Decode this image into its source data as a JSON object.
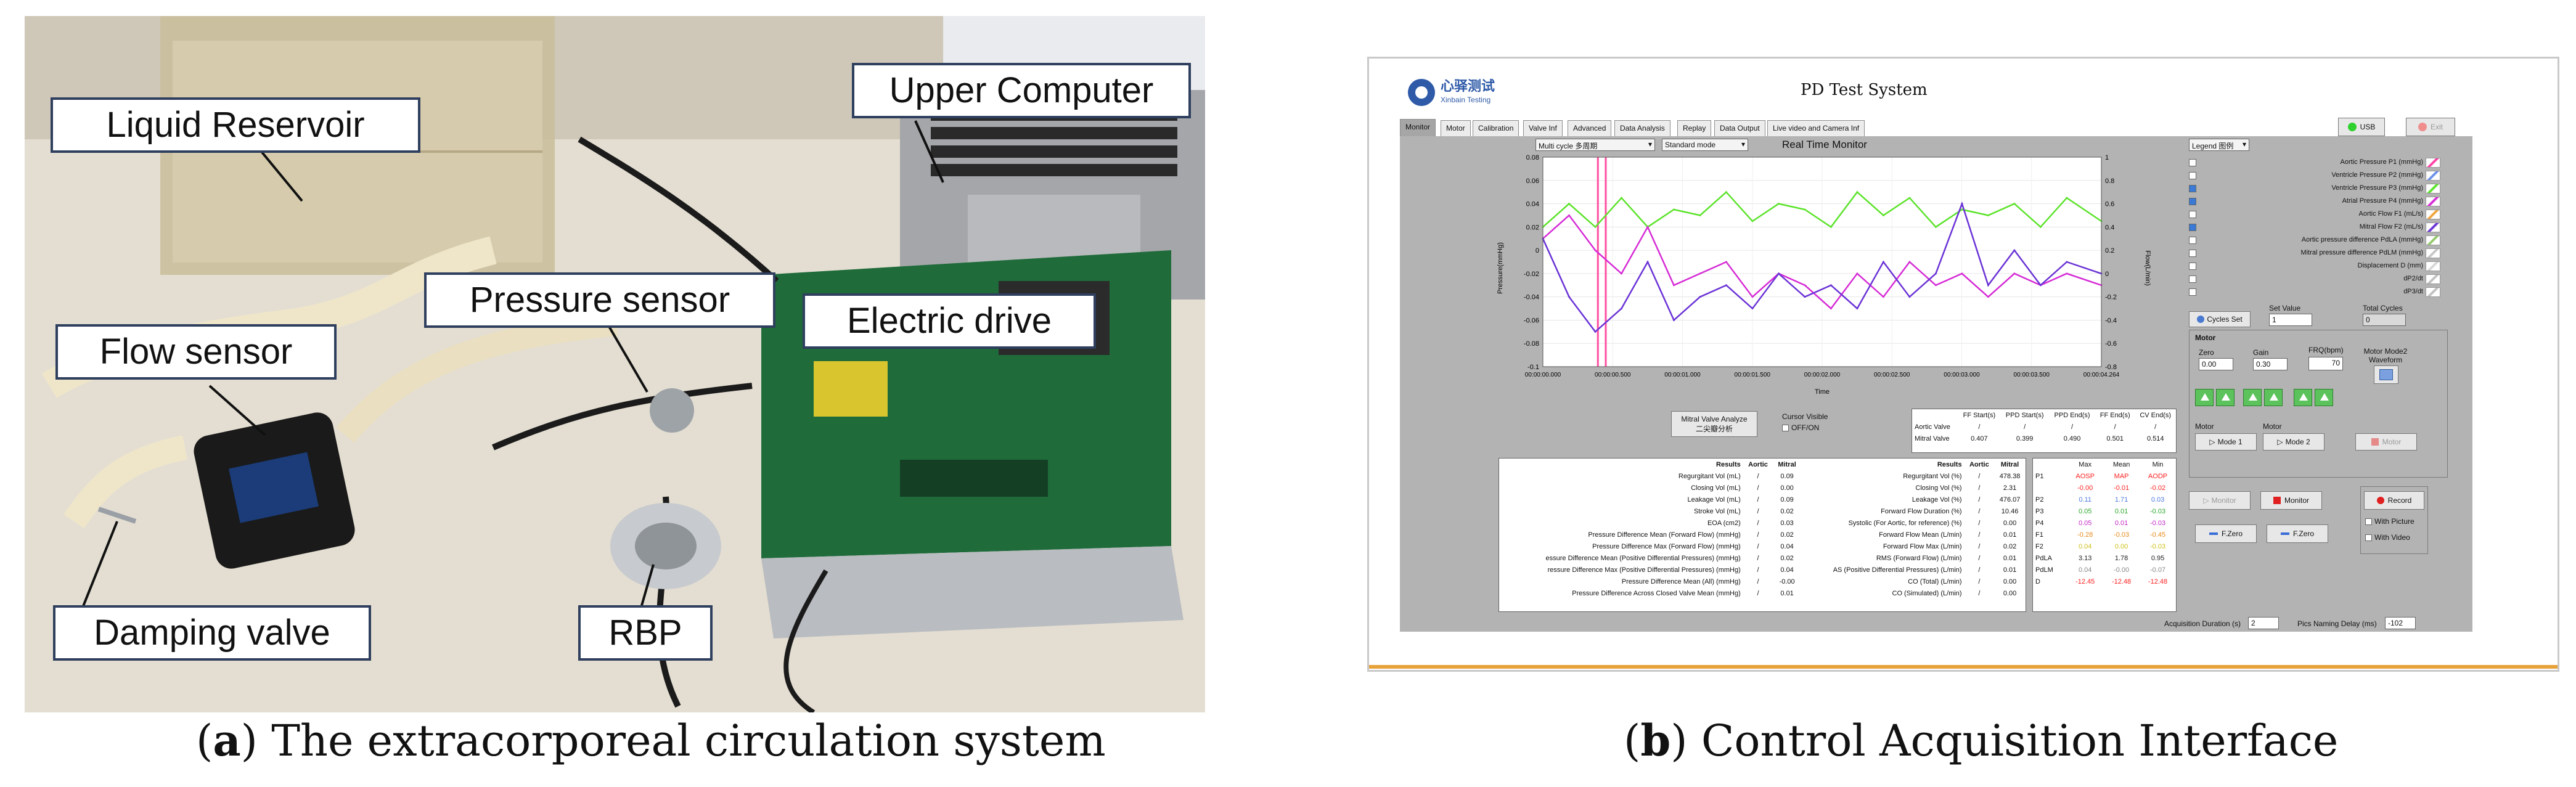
{
  "panel_a": {
    "labels": {
      "reservoir": "Liquid Reservoir",
      "upper": "Upper Computer",
      "pressure": "Pressure sensor",
      "drive": "Electric drive",
      "flow": "Flow sensor",
      "damping": "Damping valve",
      "rbp": "RBP"
    },
    "caption_letter": "a",
    "caption_text": ") The extracorporeal circulation system"
  },
  "panel_b": {
    "caption_letter": "b",
    "caption_text": ") Control Acquisition Interface",
    "app": {
      "title": "PD Test System",
      "logo_cn": "心驿测试",
      "logo_en": "Xinbain Testing",
      "tabs": [
        "Monitor",
        "Motor",
        "Calibration",
        "Valve Inf",
        "Advanced",
        "Data Analysis",
        "Replay",
        "Data Output",
        "Live video and Camera Inf"
      ],
      "usb_label": "USB",
      "exit_label": "Exit",
      "mode_select": "Multi cycle 多周期",
      "standard_select": "Standard mode",
      "chart_title": "Real Time Monitor",
      "legend_select": "Legend 图例",
      "y_left_label": "Pressure(mmHg)",
      "y_right_label": "Flow(L/min)",
      "time_label": "Time",
      "legend": [
        {
          "label": "Aortic Pressure P1 (mmHg)",
          "checked": false,
          "color": "#ff3fa6"
        },
        {
          "label": "Ventricle Pressure P2 (mmHg)",
          "checked": false,
          "color": "#6a8ee8"
        },
        {
          "label": "Ventricle Pressure P3 (mmHg)",
          "checked": true,
          "color": "#5be32a"
        },
        {
          "label": "Atrial Pressure P4 (mmHg)",
          "checked": true,
          "color": "#d62bd6"
        },
        {
          "label": "Aortic Flow F1 (mL/s)",
          "checked": false,
          "color": "#f0a43a"
        },
        {
          "label": "Mitral Flow F2 (mL/s)",
          "checked": true,
          "color": "#6a32d6"
        },
        {
          "label": "Aortic pressure difference PdLA (mmHg)",
          "checked": false,
          "color": "#93c96b"
        },
        {
          "label": "Mitral pressure difference PdLM (mmHg)",
          "checked": false,
          "color": "#c6c6c6"
        },
        {
          "label": "Displacement D (mm)",
          "checked": false,
          "color": "#d6d6d6"
        },
        {
          "label": "dP2/dt",
          "checked": false,
          "color": "#c0c0c0"
        },
        {
          "label": "dP3/dt",
          "checked": false,
          "color": "#c0c0c0"
        }
      ],
      "cycles_set": "Cycles Set",
      "set_value_label": "Set Value",
      "set_value": "1",
      "total_cycles_label": "Total Cycles",
      "total_cycles": "0",
      "motor_title": "Motor",
      "zero_label": "Zero",
      "zero_value": "0.00",
      "gain_label": "Gain",
      "gain_value": "0.30",
      "freq_label": "FRQ(bpm)",
      "freq_value": "70",
      "mode2_label": "Motor Mode2 Waveform",
      "motor_label_1": "Motor",
      "motor_label_2": "Motor",
      "mode1_button": "Mode 1",
      "mode2_button": "Mode 2",
      "motor_button": "Motor",
      "monitor_button_disabled": "Monitor",
      "monitor_button": "Monitor",
      "record_button": "Record",
      "fzero_1": "F.Zero",
      "fzero_2": "F.Zero",
      "with_picture": "With Picture",
      "with_video": "With Video",
      "acq_label": "Acquisition Duration (s)",
      "acq_value": "2",
      "naming_label": "Pics Naming Delay (ms)",
      "naming_value": "-102",
      "mitral_analyze": "Mitral Valve Analyze",
      "mitral_analyze_cn": "二尖瓣分析",
      "cursor_visible": "Cursor Visible",
      "cursor_toggle": "OFF/ON",
      "timing_headers": [
        "FF Start(s)",
        "PPD Start(s)",
        "PPD End(s)",
        "FF End(s)",
        "CV End(s)"
      ],
      "timing_rows": [
        {
          "label": "Aortic Valve",
          "values": [
            "/",
            "/",
            "/",
            "/",
            "/"
          ]
        },
        {
          "label": "Mitral Valve",
          "values": [
            "0.407",
            "0.399",
            "0.490",
            "0.501",
            "0.514"
          ]
        }
      ],
      "results_header": [
        "Results",
        "Aortic",
        "Mitral"
      ],
      "results_left": [
        [
          "Regurgitant Vol (mL)",
          "/",
          "0.09"
        ],
        [
          "Closing Vol (mL)",
          "/",
          "0.00"
        ],
        [
          "Leakage Vol (mL)",
          "/",
          "0.09"
        ],
        [
          "Stroke Vol (mL)",
          "/",
          "0.02"
        ],
        [
          "EOA (cm2)",
          "/",
          "0.03"
        ],
        [
          "Pressure Difference Mean (Forward Flow) (mmHg)",
          "/",
          "0.02"
        ],
        [
          "Pressure Difference Max (Forward Flow) (mmHg)",
          "/",
          "0.04"
        ],
        [
          "essure Difference Mean (Positive Differential Pressures) (mmHg)",
          "/",
          "0.02"
        ],
        [
          "ressure Difference Max (Positive Differential Pressures) (mmHg)",
          "/",
          "0.04"
        ],
        [
          "Pressure Difference Mean (All) (mmHg)",
          "/",
          "-0.00"
        ],
        [
          "Pressure Difference Across Closed Valve Mean (mmHg)",
          "/",
          "0.01"
        ]
      ],
      "results_right": [
        [
          "Regurgitant Vol (%)",
          "/",
          "478.38"
        ],
        [
          "Closing Vol (%)",
          "/",
          "2.31"
        ],
        [
          "Leakage Vol (%)",
          "/",
          "476.07"
        ],
        [
          "Forward Flow Duration (%)",
          "/",
          "10.46"
        ],
        [
          "Systolic (For Aortic, for reference) (%)",
          "/",
          "0.00"
        ],
        [
          "Forward Flow Mean (L/min)",
          "/",
          "0.01"
        ],
        [
          "Forward Flow Max (L/min)",
          "/",
          "0.02"
        ],
        [
          "RMS (Forward Flow) (L/min)",
          "/",
          "0.01"
        ],
        [
          "AS (Positive Differential Pressures) (L/min)",
          "/",
          "0.01"
        ],
        [
          "CO (Total) (L/min)",
          "/",
          "0.00"
        ],
        [
          "CO (Simulated) (L/min)",
          "/",
          "0.00"
        ]
      ],
      "stats_header": [
        "",
        "Max",
        "Mean",
        "Min"
      ],
      "stats_rows": [
        {
          "name": "P1",
          "values": [
            "AOSP",
            "MAP",
            "AODP"
          ],
          "color": "#ff2020"
        },
        {
          "name": "",
          "values": [
            "-0.00",
            "-0.01",
            "-0.02"
          ],
          "color": "#ff2020"
        },
        {
          "name": "P2",
          "values": [
            "0.11",
            "1.71",
            "0.03"
          ],
          "color": "#4d79e0"
        },
        {
          "name": "P3",
          "values": [
            "0.05",
            "0.01",
            "-0.03"
          ],
          "color": "#2ca82c"
        },
        {
          "name": "P4",
          "values": [
            "0.05",
            "0.01",
            "-0.03"
          ],
          "color": "#c42bc4"
        },
        {
          "name": "F1",
          "values": [
            "-0.28",
            "-0.03",
            "-0.45"
          ],
          "color": "#e78a1a"
        },
        {
          "name": "F2",
          "values": [
            "0.04",
            "0.00",
            "-0.03"
          ],
          "color": "#cfc21a"
        },
        {
          "name": "PdLA",
          "values": [
            "3.13",
            "1.78",
            "0.95"
          ],
          "color": "#222222"
        },
        {
          "name": "PdLM",
          "values": [
            "0.04",
            "-0.00",
            "-0.07"
          ],
          "color": "#888888"
        },
        {
          "name": "D",
          "values": [
            "-12.45",
            "-12.48",
            "-12.48"
          ],
          "color": "#ff2020"
        }
      ],
      "colors": {
        "panel_gray": "#b3b3b3",
        "p3_series": "#5be32a",
        "p4_series": "#d62bd6",
        "f2_series": "#6a32d6",
        "cursor": "#ff4fa0"
      },
      "chart_data": {
        "type": "line",
        "title": "Real Time Monitor",
        "xlabel": "Time",
        "ylabel": "Pressure(mmHg)",
        "y2label": "Flow(L/min)",
        "x_ticks": [
          "00:00:00.000",
          "00:00:00.500",
          "00:00:01.000",
          "00:00:01.500",
          "00:00:02.000",
          "00:00:02.500",
          "00:00:03.000",
          "00:00:03.500",
          "00:00:04.264"
        ],
        "y_ticks": [
          "0.08",
          "0.06",
          "0.04",
          "0.02",
          "0",
          "-0.02",
          "-0.04",
          "-0.06",
          "-0.08",
          "-0.1"
        ],
        "y2_ticks": [
          "1",
          "0.8",
          "0.6",
          "0.4",
          "0.2",
          "0",
          "-0.2",
          "-0.4",
          "-0.6",
          "-0.8"
        ],
        "ylim": [
          -0.1,
          0.08
        ],
        "y2lim": [
          -0.8,
          1
        ],
        "xlim": [
          0,
          4.264
        ],
        "series": [
          {
            "name": "Ventricle Pressure P3 (mmHg)",
            "color": "#5be32a",
            "axis": "left",
            "x": [
              0,
              0.2,
              0.4,
              0.6,
              0.8,
              1.0,
              1.2,
              1.4,
              1.6,
              1.8,
              2.0,
              2.2,
              2.4,
              2.6,
              2.8,
              3.0,
              3.2,
              3.4,
              3.6,
              3.8,
              4.0,
              4.264
            ],
            "values": [
              0.02,
              0.04,
              0.02,
              0.045,
              0.02,
              0.035,
              0.03,
              0.05,
              0.025,
              0.04,
              0.035,
              0.02,
              0.05,
              0.03,
              0.045,
              0.02,
              0.035,
              0.03,
              0.04,
              0.02,
              0.045,
              0.025
            ]
          },
          {
            "name": "Atrial Pressure P4 (mmHg)",
            "color": "#d62bd6",
            "axis": "left",
            "x": [
              0,
              0.2,
              0.4,
              0.6,
              0.8,
              1.0,
              1.2,
              1.4,
              1.6,
              1.8,
              2.0,
              2.2,
              2.4,
              2.6,
              2.8,
              3.0,
              3.2,
              3.4,
              3.6,
              3.8,
              4.0,
              4.264
            ],
            "values": [
              0.01,
              0.03,
              0.0,
              -0.02,
              0.02,
              -0.03,
              -0.02,
              -0.01,
              -0.04,
              -0.02,
              -0.03,
              -0.05,
              -0.02,
              -0.04,
              -0.01,
              -0.03,
              -0.02,
              -0.04,
              -0.02,
              -0.03,
              -0.02,
              -0.03
            ]
          },
          {
            "name": "Mitral Flow F2 (mL/s)",
            "color": "#6a32d6",
            "axis": "right",
            "x": [
              0,
              0.2,
              0.4,
              0.6,
              0.8,
              1.0,
              1.2,
              1.4,
              1.6,
              1.8,
              2.0,
              2.2,
              2.4,
              2.6,
              2.8,
              3.0,
              3.2,
              3.4,
              3.6,
              3.8,
              4.0,
              4.264
            ],
            "values": [
              0.3,
              -0.2,
              -0.5,
              -0.3,
              0.1,
              -0.4,
              -0.2,
              -0.1,
              -0.3,
              0.0,
              -0.2,
              -0.1,
              -0.3,
              0.1,
              -0.2,
              0.0,
              0.6,
              -0.1,
              0.2,
              -0.1,
              0.1,
              0.0
            ]
          }
        ]
      }
    }
  }
}
